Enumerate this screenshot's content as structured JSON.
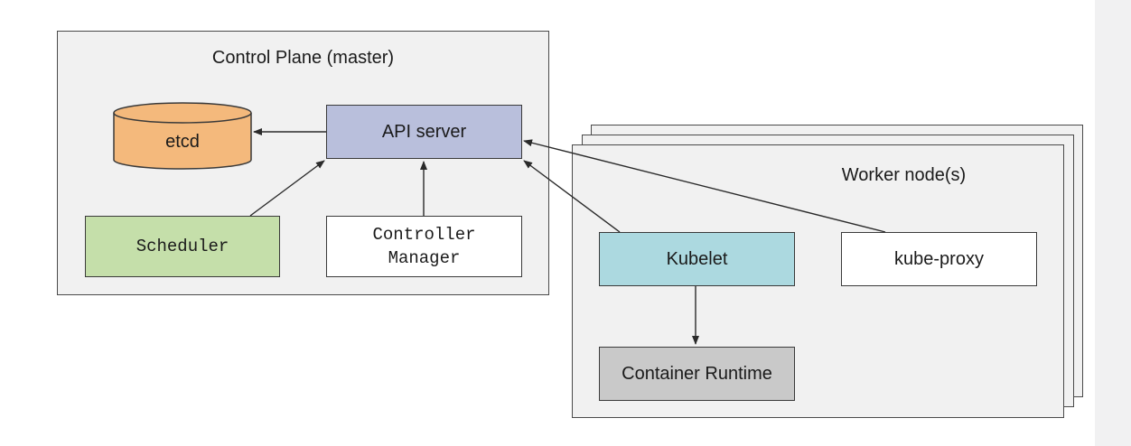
{
  "control_plane": {
    "title": "Control Plane (master)",
    "etcd": "etcd",
    "api_server": "API server",
    "scheduler": "Scheduler",
    "controller_manager": "Controller\nManager"
  },
  "worker": {
    "title": "Worker node(s)",
    "kubelet": "Kubelet",
    "kube_proxy": "kube-proxy",
    "container_runtime": "Container Runtime"
  },
  "colors": {
    "etcd": "#f4b97c",
    "api_server": "#b9bfdc",
    "scheduler": "#c5dfaa",
    "kubelet": "#acd9e0",
    "container_runtime": "#c9c9c9",
    "panel": "#f1f1f1"
  }
}
